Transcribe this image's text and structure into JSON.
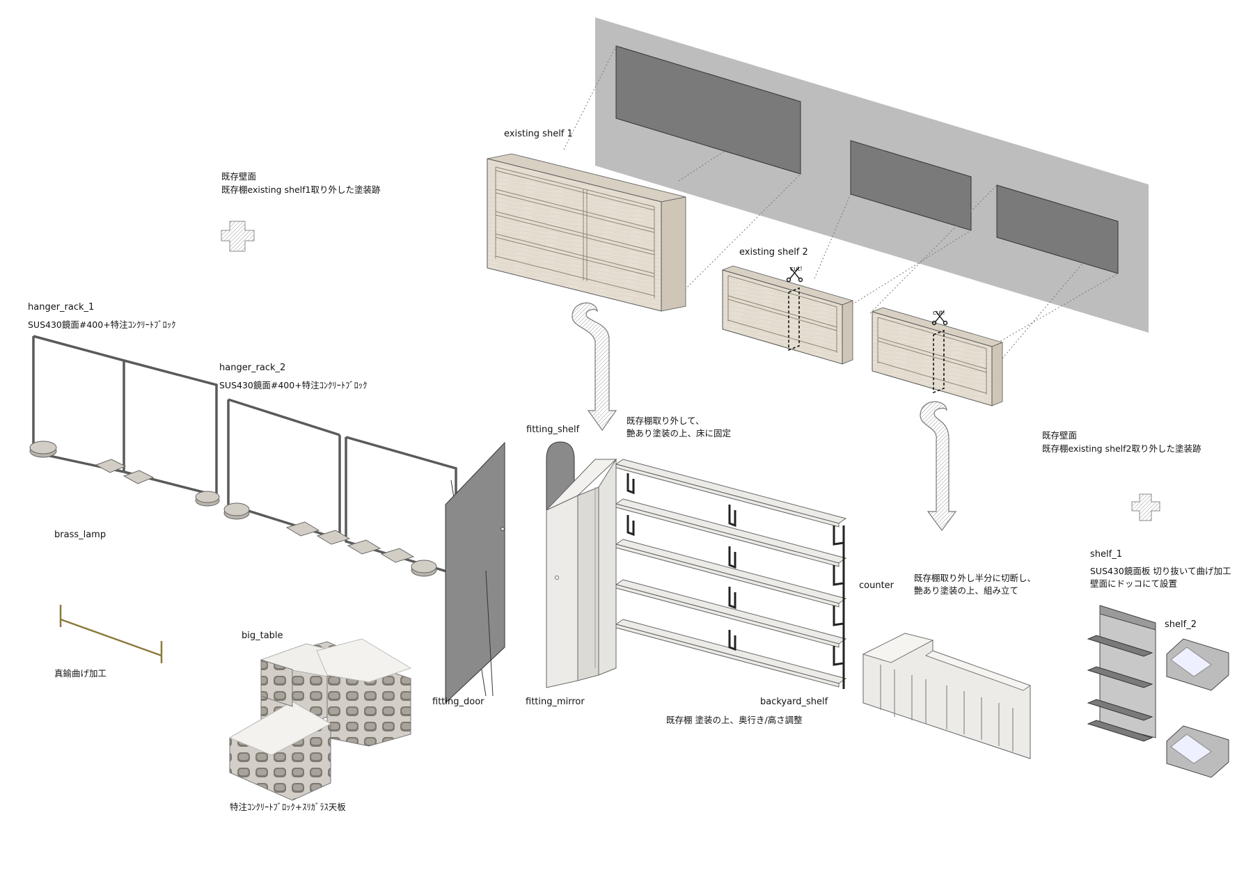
{
  "labels": {
    "existing_shelf_1": "existing shelf 1",
    "existing_shelf_2": "existing shelf 2",
    "wall_left_title": "既存壁面",
    "wall_left_desc": "既存棚existing shelf1取り外した塗装跡",
    "wall_right_title": "既存壁面",
    "wall_right_desc": "既存棚existing shelf2取り外した塗装跡",
    "cut_1": "cut!",
    "cut_2": "cut!",
    "hanger_rack_1": "hanger_rack_1",
    "hanger_rack_1_spec": "SUS430鏡面#400+特注ｺﾝｸﾘｰﾄﾌﾞﾛｯｸ",
    "hanger_rack_2": "hanger_rack_2",
    "hanger_rack_2_spec": "SUS430鏡面#400+特注ｺﾝｸﾘｰﾄﾌﾞﾛｯｸ",
    "brass_lamp": "brass_lamp",
    "brass_lamp_spec": "真鍮曲げ加工",
    "big_table": "big_table",
    "big_table_spec": "特注ｺﾝｸﾘｰﾄﾌﾞﾛｯｸ+ｽﾘｶﾞﾗｽ天板",
    "fitting_shelf": "fitting_shelf",
    "fitting_shelf_note_1": "既存棚取り外して、",
    "fitting_shelf_note_2": "艶あり塗装の上、床に固定",
    "fitting_door": "fitting_door",
    "fitting_mirror": "fitting_mirror",
    "backyard_shelf": "backyard_shelf",
    "backyard_shelf_spec": "既存棚 塗装の上、奥行き/高さ調整",
    "counter": "counter",
    "counter_note_1": "既存棚取り外し半分に切断し、",
    "counter_note_2": "艶あり塗装の上、組み立て",
    "shelf_1": "shelf_1",
    "shelf_1_spec_1": "SUS430鏡面板 切り抜いて曲げ加工",
    "shelf_1_spec_2": "壁面にドッコにて設置",
    "shelf_2": "shelf_2"
  },
  "colors": {
    "wall": "#bdbdbd",
    "wall_opening": "#7a7a7a",
    "wood": "#e4ddd1",
    "wood_dark": "#c9c0b1",
    "white_part": "#ecebe7",
    "steel": "#5a5a5a",
    "brass": "#8a7a3a",
    "door": "#888888"
  },
  "icons": {
    "plus_left": "plus-icon",
    "plus_right": "plus-icon",
    "arrow_1": "hook-arrow-icon",
    "arrow_2": "hook-arrow-icon",
    "scissors_1": "scissors-icon",
    "scissors_2": "scissors-icon"
  }
}
